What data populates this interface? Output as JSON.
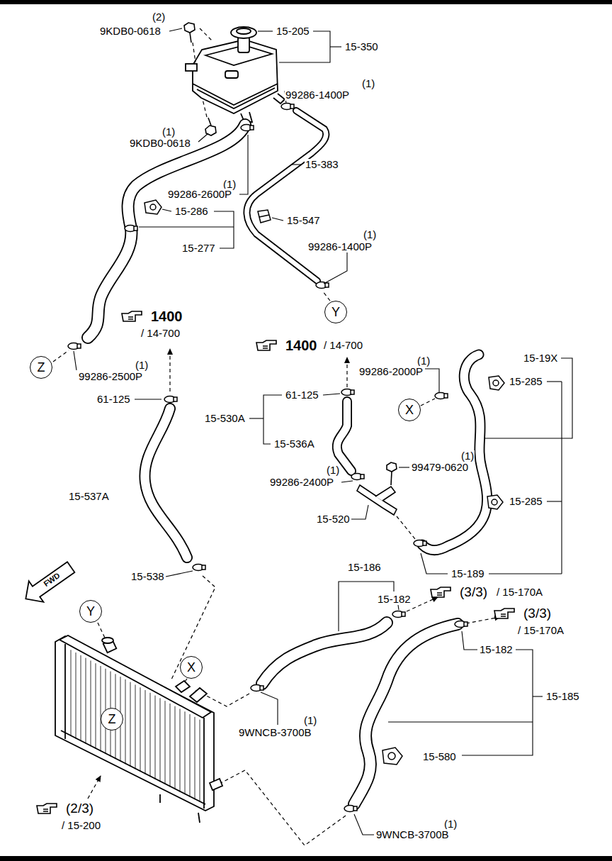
{
  "diagram": {
    "nodes": [
      {
        "text": [
          "Y"
        ]
      },
      {
        "text": [
          "Z"
        ]
      },
      {
        "text": [
          "X"
        ]
      },
      {
        "text": [
          "Y"
        ]
      },
      {
        "text": [
          "X"
        ]
      },
      {
        "text": [
          "Z"
        ]
      }
    ],
    "labels": [
      "(2)",
      "9KDB0-0618",
      "15-205",
      "15-350",
      "(1)",
      "99286-1400P",
      "(1)",
      "9KDB0-0618",
      "15-383",
      "(1)",
      "99286-2600P",
      "15-286",
      "15-547",
      "15-277",
      "(1)",
      "99286-1400P",
      "1400",
      "/ 14-700",
      "1400",
      "/ 14-700",
      "(1)",
      "99286-2000P",
      "15-19X",
      "(1)",
      "99286-2500P",
      "15-285",
      "61-125",
      "61-125",
      "15-530A",
      "15-536A",
      "(1)",
      "99479-0620",
      "(1)",
      "99286-2400P",
      "15-537A",
      "15-285",
      "15-520",
      "15-186",
      "15-189",
      "15-538",
      "(3/3)",
      "/ 15-170A",
      "15-182",
      "(3/3)",
      "/ 15-170A",
      "15-182",
      "15-185",
      "(1)",
      "9WNCB-3700B",
      "15-580",
      "(2/3)",
      "/ 15-200",
      "(1)",
      "9WNCB-3700B",
      "FWD"
    ]
  }
}
